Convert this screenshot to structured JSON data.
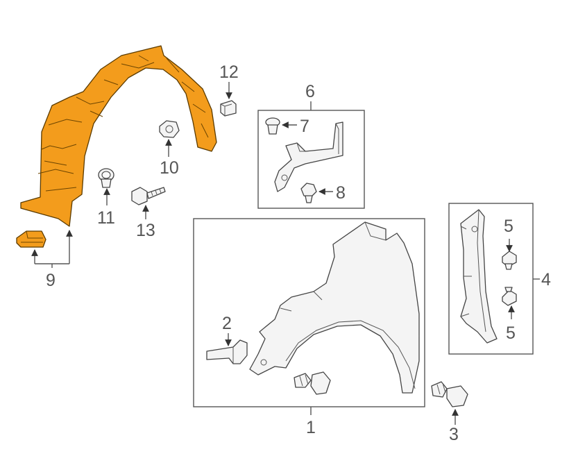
{
  "diagram": {
    "accent_color": "#f39c1c",
    "callouts": {
      "c1": "1",
      "c2": "2",
      "c3": "3",
      "c4": "4",
      "c5a": "5",
      "c5b": "5",
      "c6": "6",
      "c7": "7",
      "c8": "8",
      "c9": "9",
      "c10": "10",
      "c11": "11",
      "c12": "12",
      "c13": "13"
    }
  }
}
